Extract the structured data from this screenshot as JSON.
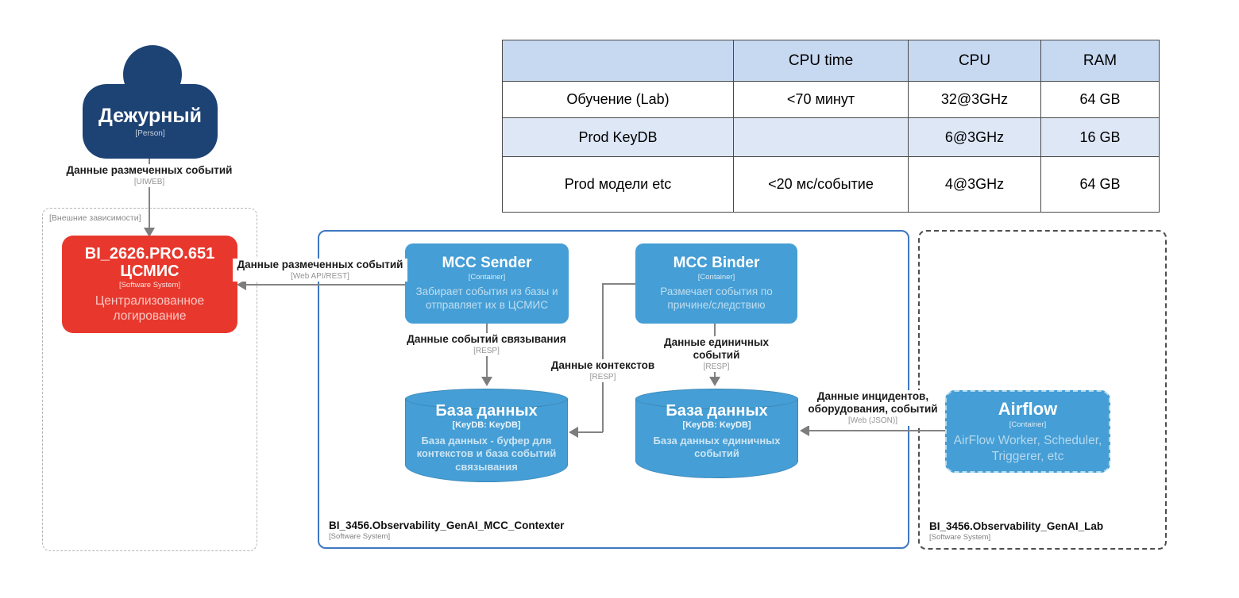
{
  "colors": {
    "container_blue": "#459ed5",
    "person_navy": "#1d4274",
    "system_red": "#e8382d",
    "boundary_blue": "#3f78c1",
    "table_header_blue": "#c7d8f1",
    "table_alt_row_blue": "#dee7f6",
    "arrow_gray": "#7d7d7d"
  },
  "diagram": {
    "person": {
      "name": "Дежурный",
      "type": "[Person]"
    },
    "external_boundary": {
      "label": "[Внешние зависимости]"
    },
    "csmis": {
      "title_line1": "BI_2626.PRO.651",
      "title_line2": "ЦСМИС",
      "type": "[Software System]",
      "description": "Централизованное логирование"
    },
    "contexter_boundary": {
      "name": "BI_3456.Observability_GenAI_MCC_Contexter",
      "type": "[Software System]"
    },
    "lab_boundary": {
      "name": "BI_3456.Observability_GenAI_Lab",
      "type": "[Software System]"
    },
    "mcc_sender": {
      "name": "MCC Sender",
      "type": "[Container]",
      "description": "Забирает события из базы и отправляет их в ЦСМИС"
    },
    "mcc_binder": {
      "name": "MCC Binder",
      "type": "[Container]",
      "description": "Размечает события по причине/следствию"
    },
    "db_contexts": {
      "name": "База данных",
      "type": "[KeyDB: KeyDB]",
      "description": "База данных - буфер для контекстов и база событий связывания"
    },
    "db_events": {
      "name": "База данных",
      "type": "[KeyDB: KeyDB]",
      "description": "База данных единичных событий"
    },
    "airflow": {
      "name": "Airflow",
      "type": "[Container]",
      "description": "AirFlow Worker, Scheduler, Triggerer, etc"
    },
    "relations": {
      "person_to_csmis": {
        "label": "Данные размеченных событий",
        "protocol": "[UIWEB]"
      },
      "sender_to_csmis": {
        "label": "Данные размеченных событий",
        "protocol": "[Web API/REST]"
      },
      "sender_to_db_contexts": {
        "label": "Данные событий связывания",
        "protocol": "[RESP]"
      },
      "binder_to_db_events": {
        "label": "Данные единичных событий",
        "protocol": "[RESP]"
      },
      "binder_to_db_contexts": {
        "label": "Данные контекстов",
        "protocol": "[RESP]"
      },
      "airflow_to_db_events": {
        "label": "Данные инцидентов, оборудования, событий",
        "protocol": "[Web (JSON)]"
      }
    }
  },
  "table": {
    "headers": [
      "",
      "CPU time",
      "CPU",
      "RAM"
    ],
    "rows": [
      {
        "cells": [
          "Обучение (Lab)",
          "<70 минут",
          "32@3GHz",
          "64 GB"
        ]
      },
      {
        "cells": [
          "Prod KeyDB",
          "",
          "6@3GHz",
          "16 GB"
        ]
      },
      {
        "cells": [
          "Prod модели etc",
          "<20 мс/событие",
          "4@3GHz",
          "64 GB"
        ]
      }
    ]
  }
}
